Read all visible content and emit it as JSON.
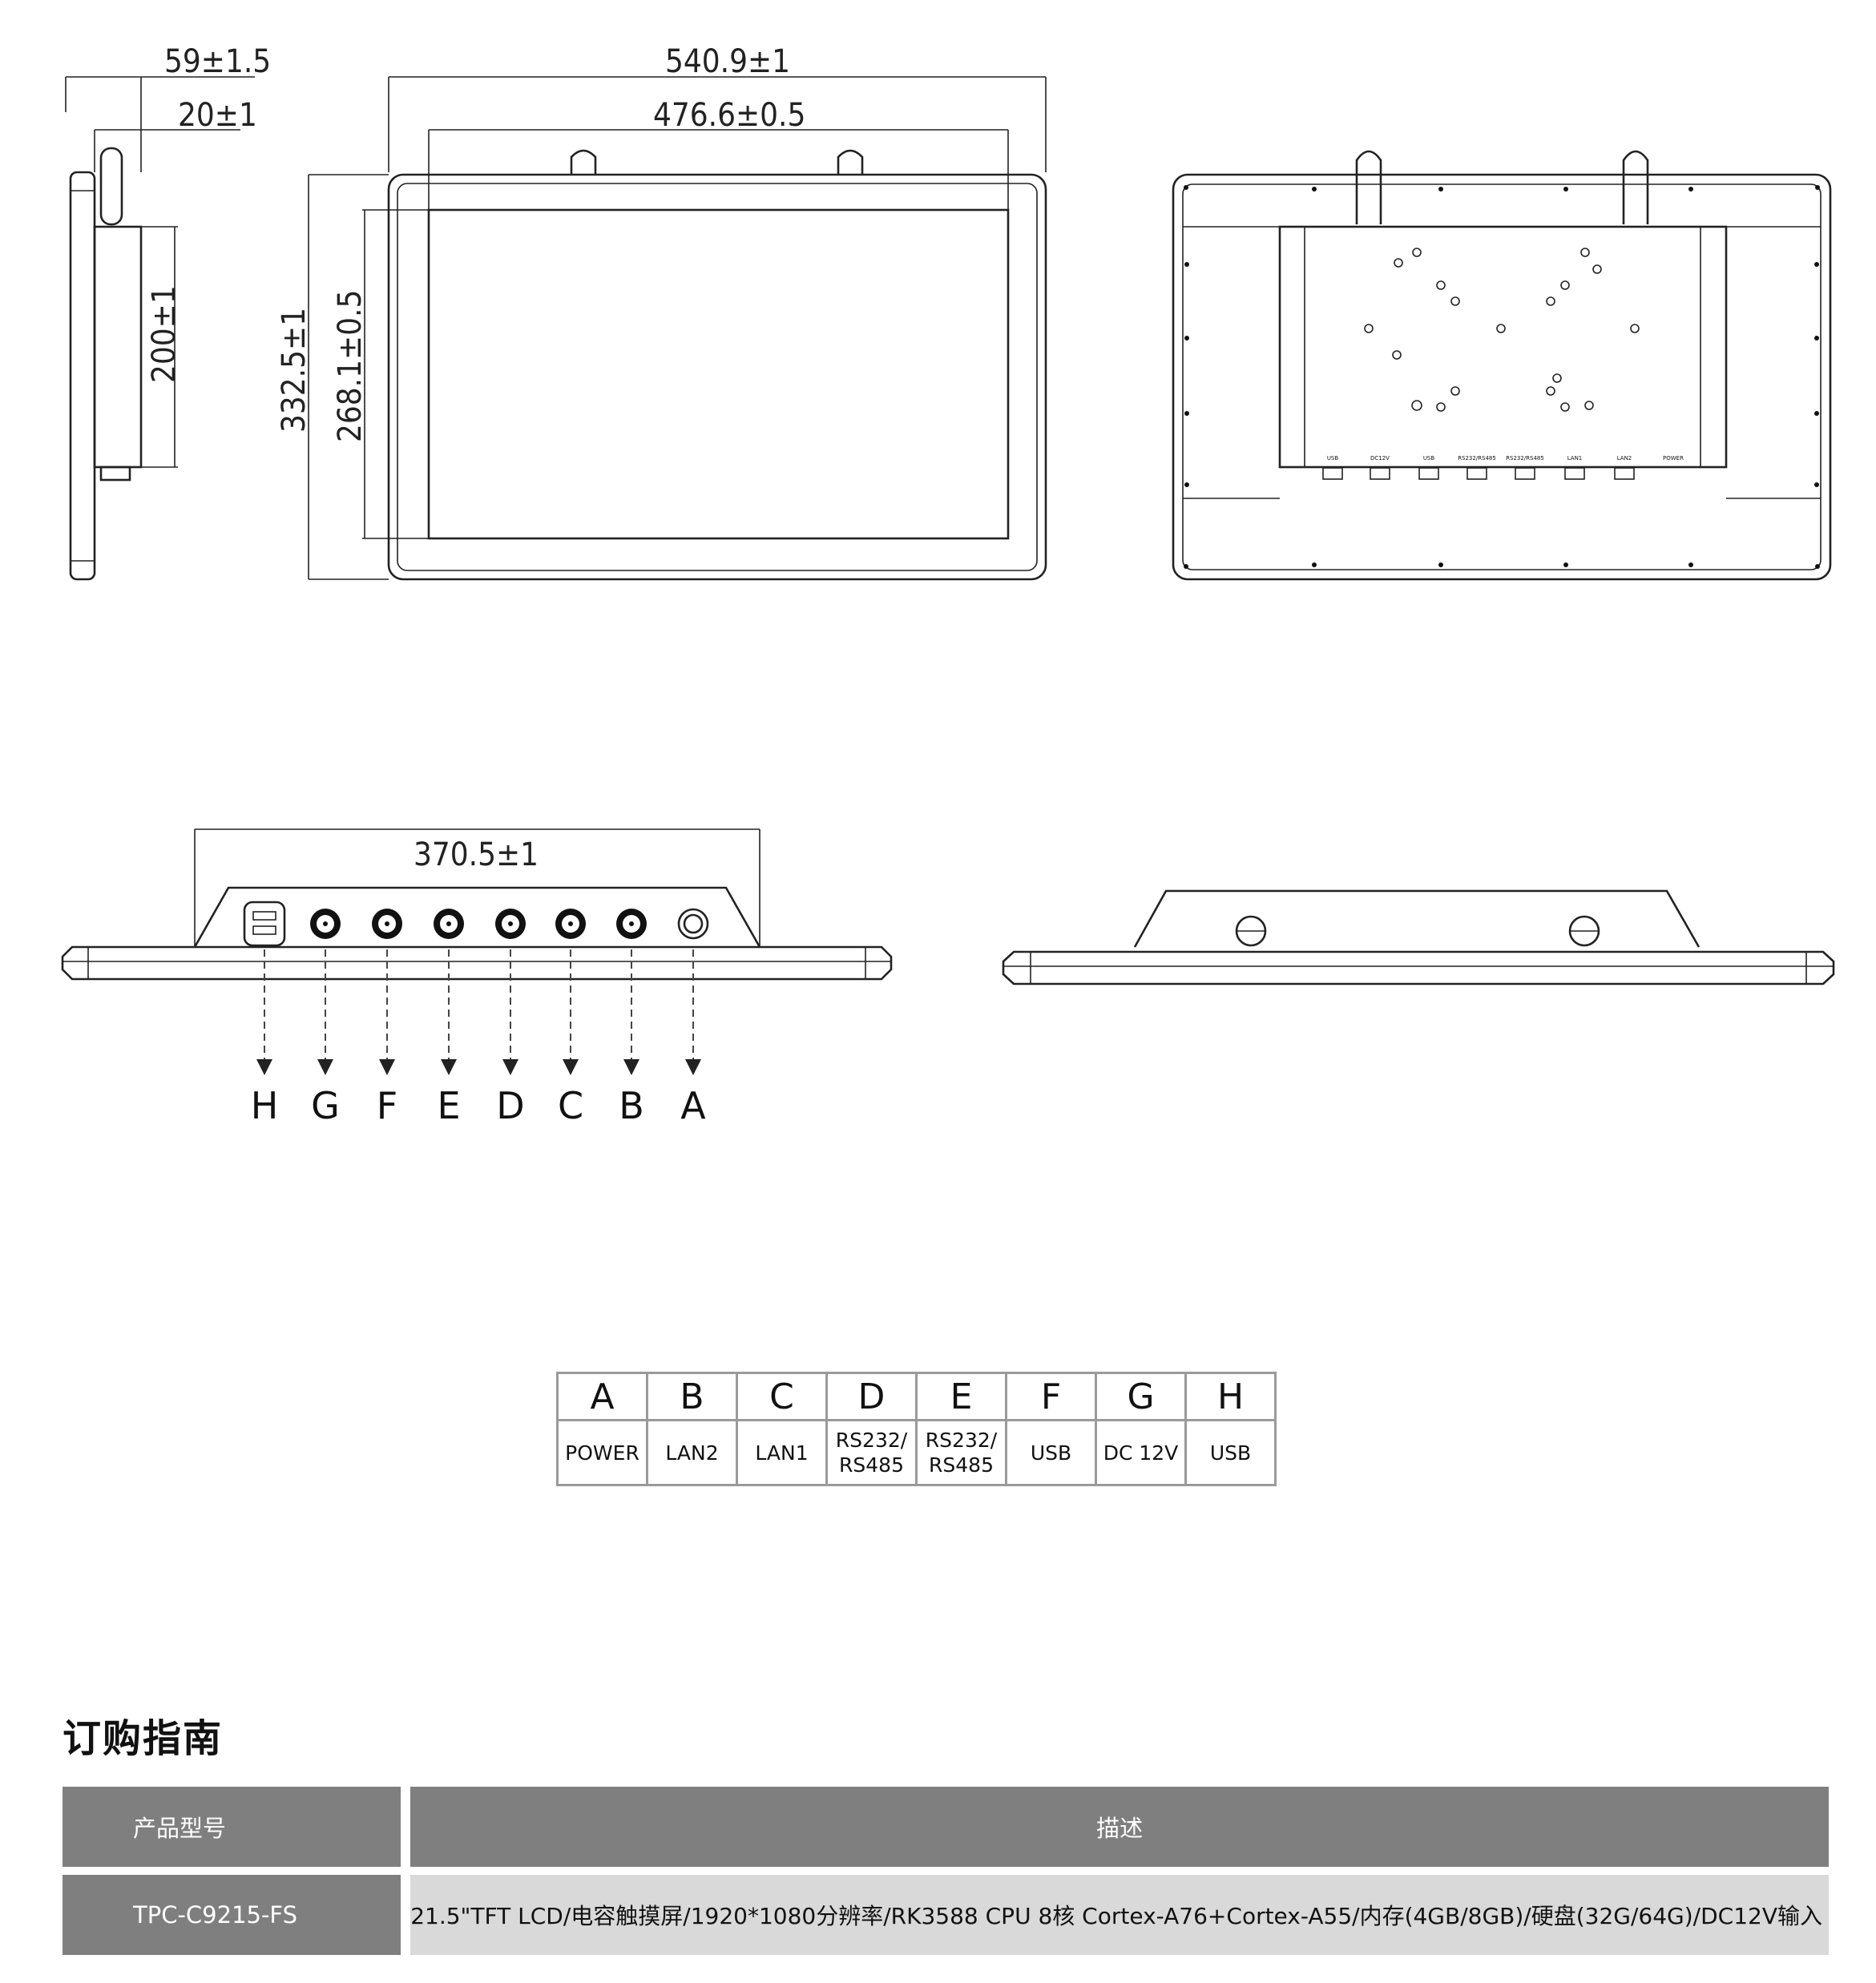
{
  "dimensions": {
    "side_depth": "59±1.5",
    "side_bracket_depth": "20±1",
    "side_bracket_height": "200±1",
    "outer_width": "540.9±1",
    "screen_width": "476.6±0.5",
    "outer_height": "332.5±1",
    "screen_height": "268.1±0.5",
    "io_width": "370.5±1"
  },
  "back_port_labels": [
    "USB",
    "DC12V",
    "USB",
    "RS232/RS485",
    "RS232/RS485",
    "LAN1",
    "LAN2",
    "POWER"
  ],
  "port_letters": [
    "H",
    "G",
    "F",
    "E",
    "D",
    "C",
    "B",
    "A"
  ],
  "connectors": {
    "headers": [
      "A",
      "B",
      "C",
      "D",
      "E",
      "F",
      "G",
      "H"
    ],
    "values": [
      [
        "POWER"
      ],
      [
        "LAN2"
      ],
      [
        "LAN1"
      ],
      [
        "RS232/",
        "RS485"
      ],
      [
        "RS232/",
        "RS485"
      ],
      [
        "USB"
      ],
      [
        "DC 12V"
      ],
      [
        "USB"
      ]
    ]
  },
  "ordering": {
    "title": "订购指南",
    "header_model": "产品型号",
    "header_desc": "描述",
    "rows": [
      {
        "model": "TPC-C9215-FS",
        "desc": "21.5\"TFT LCD/电容触摸屏/1920*1080分辨率/RK3588 CPU 8核 Cortex-A76+Cortex-A55/内存(4GB/8GB)/硬盘(32G/64G)/DC12V输入"
      }
    ]
  }
}
